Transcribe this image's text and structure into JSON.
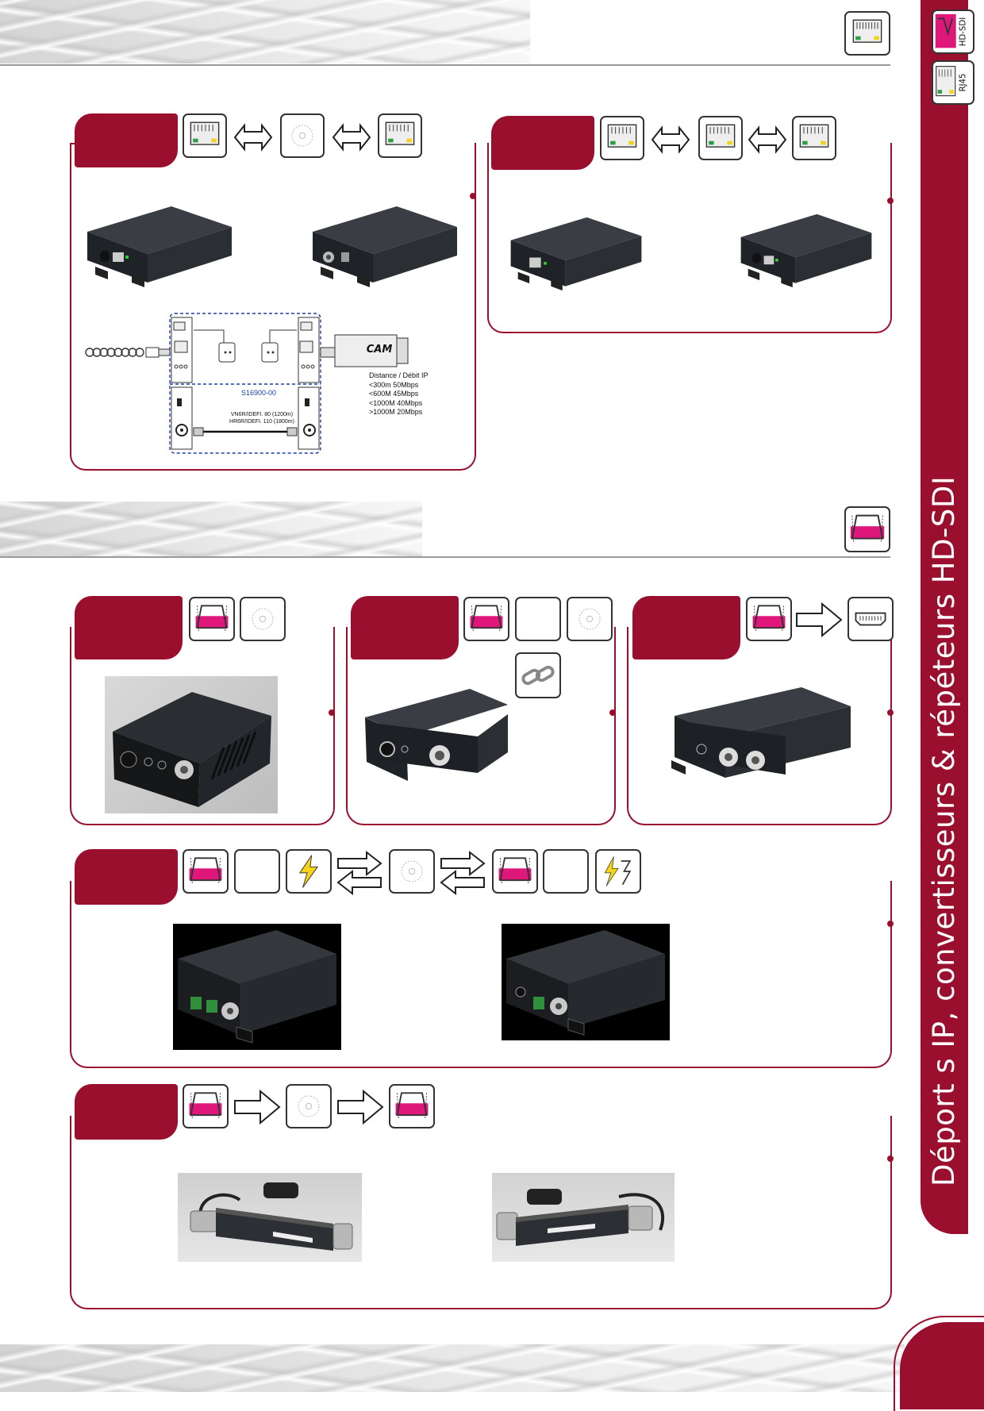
{
  "sidebar": {
    "title": "Déport s IP, convertisseurs & répéteurs HD-SDI",
    "icon_hdsdi_label": "HD-SDI",
    "icon_rj45_label": "RJ45"
  },
  "diagram": {
    "reference": "S16900-00",
    "distance_title": "Distance / Débit IP",
    "distance_lines": [
      "<300m 50Mbps",
      "<600M 45Mbps",
      "<1000M 40Mbps",
      ">1000M 20Mbps"
    ],
    "cable_line1": "VN6R/IDEFI. 80 (1200m)",
    "cable_line2": "HR6R/IDEFI. 110 (1800m)",
    "camera_label": "CAM"
  },
  "colors": {
    "brand": "#9a0f2e",
    "magenta": "#e0177a",
    "rj45_green": "#2ea043",
    "rj45_yellow": "#f2d21b"
  }
}
